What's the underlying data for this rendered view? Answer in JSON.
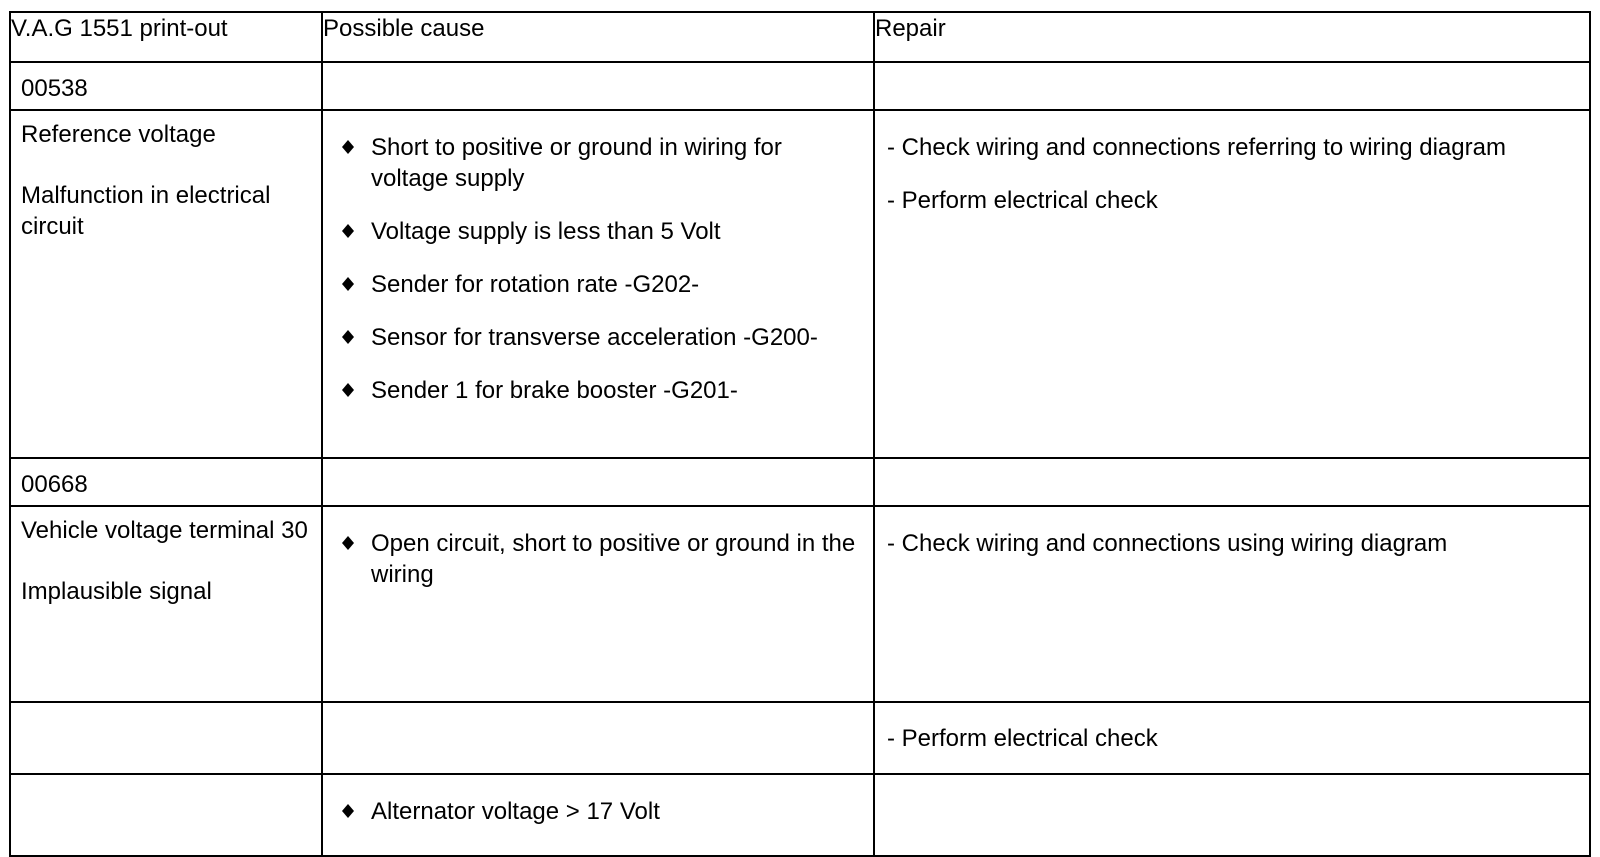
{
  "table": {
    "headers": {
      "printout": "V.A.G 1551 print-out",
      "cause": "Possible cause",
      "repair": "Repair"
    },
    "rows": [
      {
        "code": "00538"
      },
      {
        "printout": [
          "Reference voltage",
          "Malfunction in electrical circuit"
        ],
        "causes": [
          "Short to positive or ground in wiring for voltage supply",
          "Voltage supply is less than 5 Volt",
          "Sender for rotation rate -G202-",
          "Sensor for transverse acceleration -G200-",
          "Sender 1 for brake booster -G201-"
        ],
        "repairs": [
          "- Check wiring and connections referring to wiring diagram",
          "- Perform electrical check"
        ]
      },
      {
        "code": "00668"
      },
      {
        "printout": [
          "Vehicle voltage terminal 30",
          "Implausible signal"
        ],
        "causes": [
          "Open circuit, short to positive or ground in the wiring"
        ],
        "repairs": [
          "- Check wiring and connections using wiring diagram"
        ]
      },
      {
        "repairs": [
          "- Perform electrical check"
        ]
      },
      {
        "causes": [
          "Alternator voltage > 17 Volt"
        ]
      }
    ]
  },
  "icons": {
    "bullet": "diamond-bullet-icon"
  }
}
